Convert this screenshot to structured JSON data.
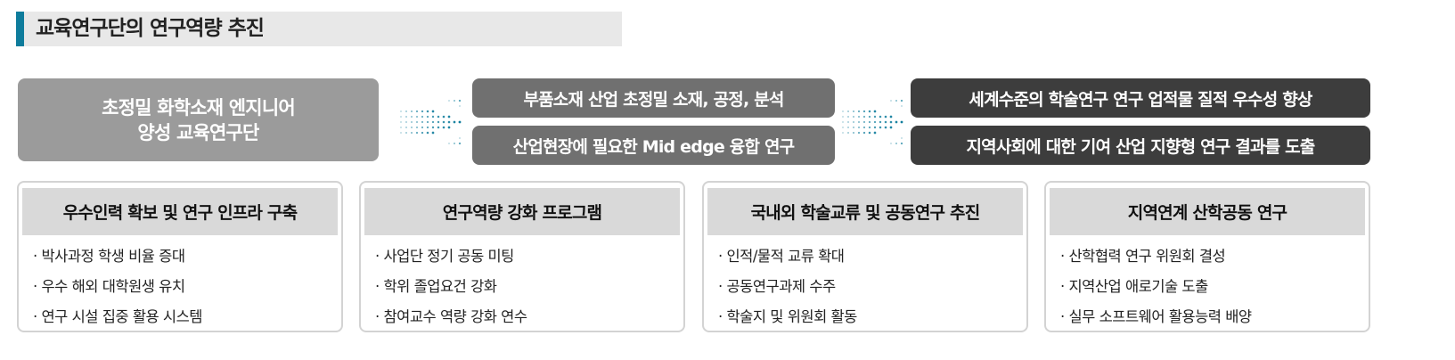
{
  "title": "교육연구단의 연구역량 추진",
  "colors": {
    "accent": "#0e7c9c",
    "source": "#9b9b9b",
    "middle": "#707070",
    "right": "#3d3d3d",
    "card_header": "#d9d9d9"
  },
  "source": {
    "line1": "초정밀 화학소재 엔지니어",
    "line2": "양성 교육연구단"
  },
  "middle": [
    "부품소재 산업 초정밀 소재, 공정, 분석",
    "산업현장에 필요한 Mid  edge 융합 연구"
  ],
  "outcomes": [
    "세계수준의 학술연구 연구 업적물 질적 우수성 향상",
    "지역사회에 대한 기여 산업 지향형 연구 결과를 도출"
  ],
  "cards": [
    {
      "title": "우수인력 확보 및 연구 인프라 구축",
      "items": [
        "박사과정 학생 비율 증대",
        "우수 해외 대학원생 유치",
        "연구 시설 집중 활용 시스템"
      ]
    },
    {
      "title": "연구역량 강화 프로그램",
      "items": [
        "사업단 정기 공동 미팅",
        "학위 졸업요건 강화",
        "참여교수 역량 강화 연수"
      ]
    },
    {
      "title": "국내외 학술교류 및 공동연구 추진",
      "items": [
        "인적/물적 교류 확대",
        "공동연구과제 수주",
        "학술지 및 위원회 활동"
      ]
    },
    {
      "title": "지역연계 산학공동 연구",
      "items": [
        "산학협력 연구 위원회 결성",
        "지역산업 애로기술 도출",
        "실무 소프트웨어 활용능력 배양"
      ]
    }
  ]
}
